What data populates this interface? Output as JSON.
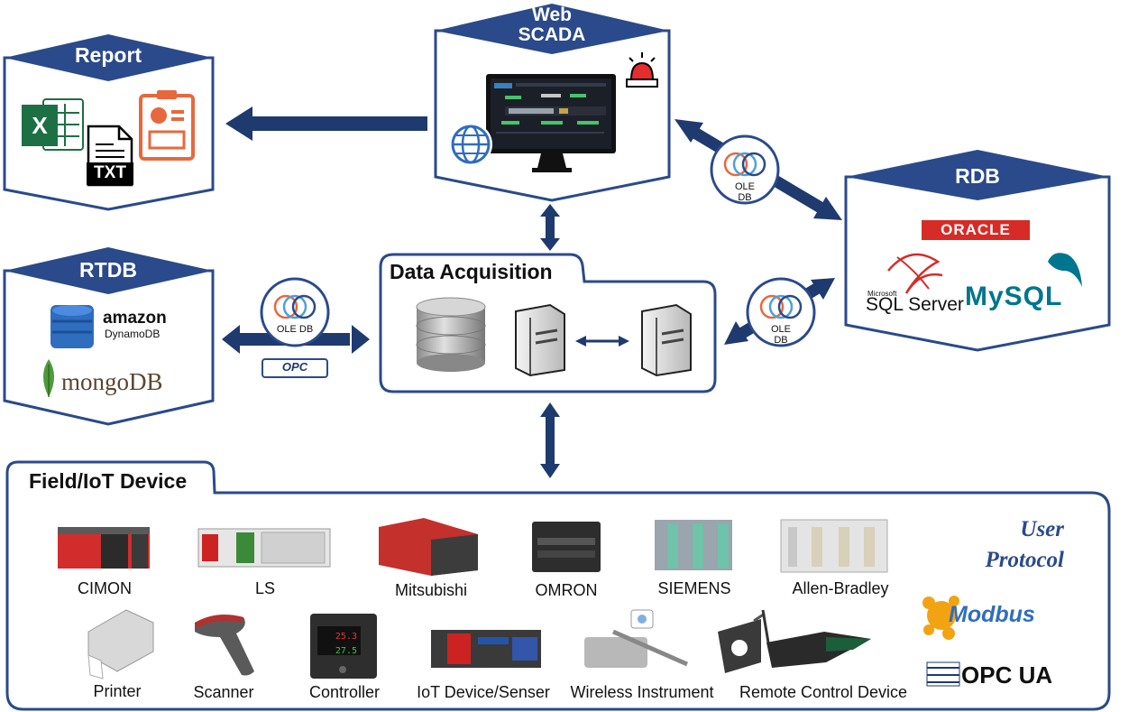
{
  "nodes": {
    "report": {
      "title": "Report",
      "icons": {
        "txt": "TXT"
      }
    },
    "web_scada": {
      "title_line1": "Web",
      "title_line2": "SCADA"
    },
    "rdb": {
      "title": "RDB",
      "logos": {
        "oracle": "ORACLE",
        "sqlserver_small": "Microsoft",
        "sqlserver": "SQL Server",
        "mysql": "MySQL"
      }
    },
    "rtdb": {
      "title": "RTDB",
      "logos": {
        "amazon": "amazon",
        "dynamodb": "DynamoDB",
        "mongodb": "mongoDB"
      }
    },
    "data_acquisition": {
      "title": "Data Acquisition"
    },
    "field": {
      "title": "Field/IoT Device"
    }
  },
  "connectors": {
    "ole_db": "OLE DB",
    "opc": "OPC"
  },
  "devices_row1": [
    "CIMON",
    "LS",
    "Mitsubishi",
    "OMRON",
    "SIEMENS",
    "Allen-Bradley"
  ],
  "devices_row2": [
    "Printer",
    "Scanner",
    "Controller",
    "IoT Device/Senser",
    "Wireless Instrument",
    "Remote Control Device"
  ],
  "protocols": {
    "user_line1": "User",
    "user_line2": "Protocol",
    "modbus": "Modbus",
    "opc_ua": "OPC UA"
  },
  "colors": {
    "navy": "#2b4a8b",
    "dark_arrow": "#1e3a6e",
    "excel": "#1d7044",
    "ppt": "#e8683d",
    "oracle": "#d62b27",
    "mysql_blue": "#00758f",
    "mysql_orange": "#e48e00",
    "mongo_green": "#4e9a3c",
    "dynamo_blue": "#2f6dbf"
  }
}
